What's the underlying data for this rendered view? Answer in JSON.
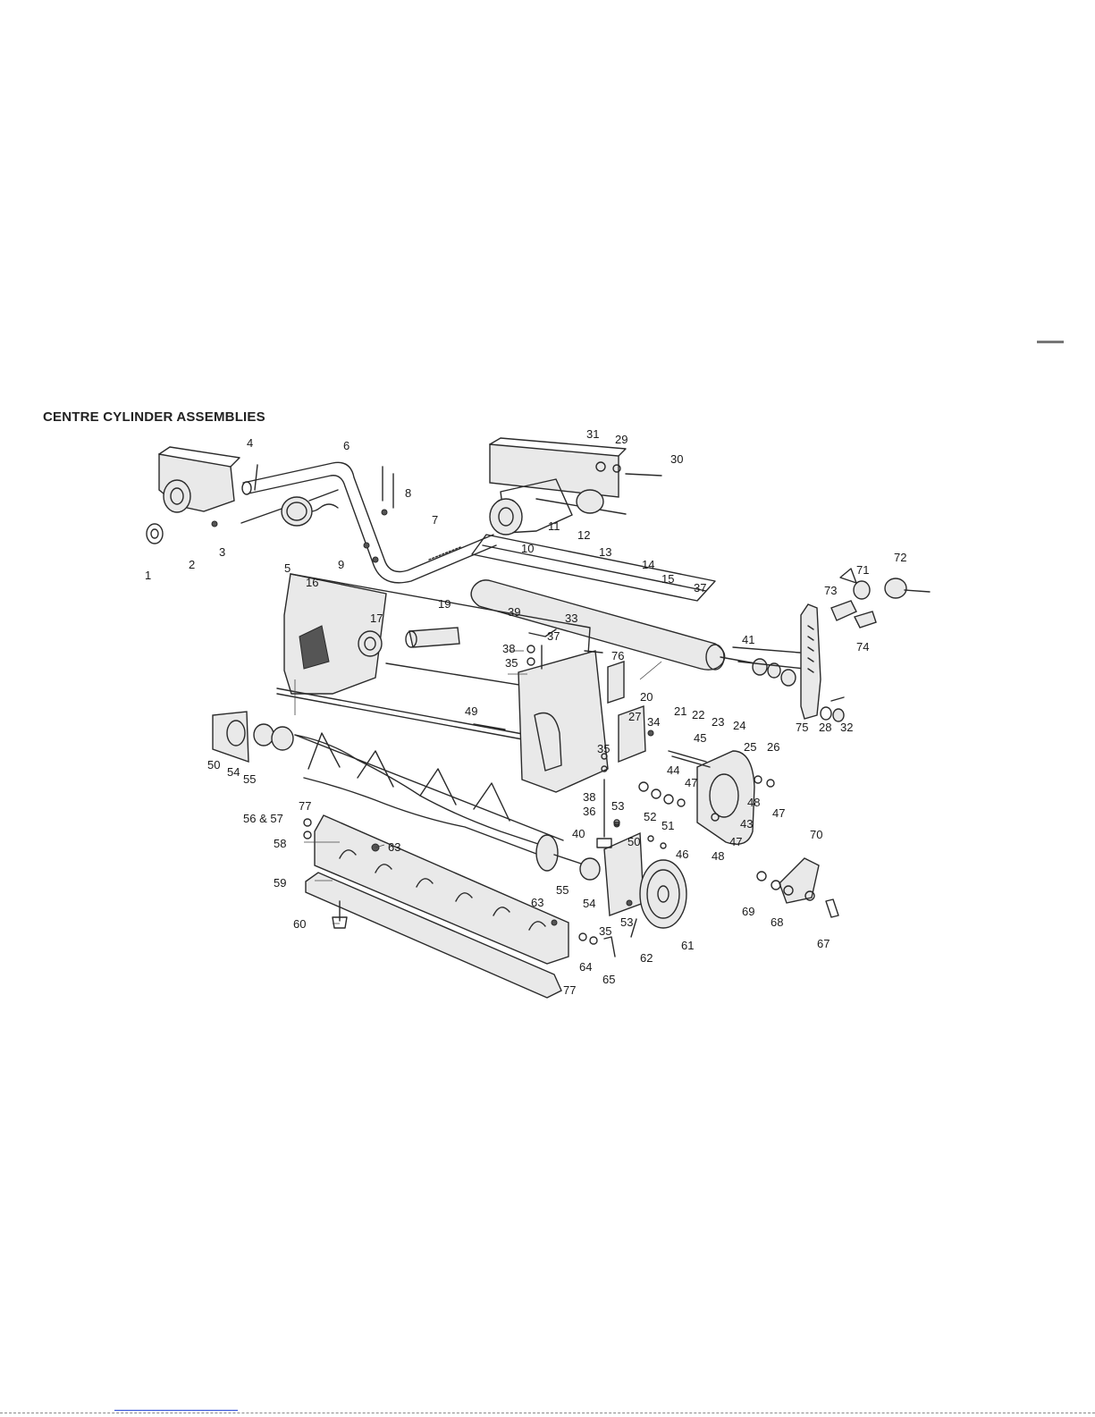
{
  "title": "CENTRE CYLINDER ASSEMBLIES",
  "callouts": [
    {
      "id": "c1",
      "label": "1"
    },
    {
      "id": "c2",
      "label": "2"
    },
    {
      "id": "c3",
      "label": "3"
    },
    {
      "id": "c4",
      "label": "4"
    },
    {
      "id": "c5",
      "label": "5"
    },
    {
      "id": "c6",
      "label": "6"
    },
    {
      "id": "c7",
      "label": "7"
    },
    {
      "id": "c8",
      "label": "8"
    },
    {
      "id": "c9",
      "label": "9"
    },
    {
      "id": "c10",
      "label": "10"
    },
    {
      "id": "c11",
      "label": "11"
    },
    {
      "id": "c12",
      "label": "12"
    },
    {
      "id": "c13",
      "label": "13"
    },
    {
      "id": "c14",
      "label": "14"
    },
    {
      "id": "c15",
      "label": "15"
    },
    {
      "id": "c16",
      "label": "16"
    },
    {
      "id": "c17",
      "label": "17"
    },
    {
      "id": "c19",
      "label": "19"
    },
    {
      "id": "c20",
      "label": "20"
    },
    {
      "id": "c21",
      "label": "21"
    },
    {
      "id": "c22",
      "label": "22"
    },
    {
      "id": "c23",
      "label": "23"
    },
    {
      "id": "c24",
      "label": "24"
    },
    {
      "id": "c25",
      "label": "25"
    },
    {
      "id": "c26",
      "label": "26"
    },
    {
      "id": "c27",
      "label": "27"
    },
    {
      "id": "c28",
      "label": "28"
    },
    {
      "id": "c29",
      "label": "29"
    },
    {
      "id": "c30",
      "label": "30"
    },
    {
      "id": "c31",
      "label": "31"
    },
    {
      "id": "c32",
      "label": "32"
    },
    {
      "id": "c33",
      "label": "33"
    },
    {
      "id": "c34",
      "label": "34"
    },
    {
      "id": "c35a",
      "label": "35"
    },
    {
      "id": "c35b",
      "label": "35"
    },
    {
      "id": "c35c",
      "label": "35"
    },
    {
      "id": "c36",
      "label": "36"
    },
    {
      "id": "c37a",
      "label": "37"
    },
    {
      "id": "c37b",
      "label": "37"
    },
    {
      "id": "c38a",
      "label": "38"
    },
    {
      "id": "c38b",
      "label": "38"
    },
    {
      "id": "c39",
      "label": "39"
    },
    {
      "id": "c40",
      "label": "40"
    },
    {
      "id": "c41",
      "label": "41"
    },
    {
      "id": "c43",
      "label": "43"
    },
    {
      "id": "c44",
      "label": "44"
    },
    {
      "id": "c45",
      "label": "45"
    },
    {
      "id": "c46",
      "label": "46"
    },
    {
      "id": "c47a",
      "label": "47"
    },
    {
      "id": "c47b",
      "label": "47"
    },
    {
      "id": "c47c",
      "label": "47"
    },
    {
      "id": "c48a",
      "label": "48"
    },
    {
      "id": "c48b",
      "label": "48"
    },
    {
      "id": "c49",
      "label": "49"
    },
    {
      "id": "c50a",
      "label": "50"
    },
    {
      "id": "c50b",
      "label": "50"
    },
    {
      "id": "c51",
      "label": "51"
    },
    {
      "id": "c52",
      "label": "52"
    },
    {
      "id": "c53a",
      "label": "53"
    },
    {
      "id": "c53b",
      "label": "53"
    },
    {
      "id": "c54a",
      "label": "54"
    },
    {
      "id": "c54b",
      "label": "54"
    },
    {
      "id": "c55a",
      "label": "55"
    },
    {
      "id": "c55b",
      "label": "55"
    },
    {
      "id": "c56",
      "label": "56 & 57"
    },
    {
      "id": "c58",
      "label": "58"
    },
    {
      "id": "c59",
      "label": "59"
    },
    {
      "id": "c60",
      "label": "60"
    },
    {
      "id": "c61",
      "label": "61"
    },
    {
      "id": "c62",
      "label": "62"
    },
    {
      "id": "c63a",
      "label": "63"
    },
    {
      "id": "c63b",
      "label": "63"
    },
    {
      "id": "c64",
      "label": "64"
    },
    {
      "id": "c65",
      "label": "65"
    },
    {
      "id": "c67",
      "label": "67"
    },
    {
      "id": "c68",
      "label": "68"
    },
    {
      "id": "c69",
      "label": "69"
    },
    {
      "id": "c70",
      "label": "70"
    },
    {
      "id": "c71",
      "label": "71"
    },
    {
      "id": "c72",
      "label": "72"
    },
    {
      "id": "c73",
      "label": "73"
    },
    {
      "id": "c74",
      "label": "74"
    },
    {
      "id": "c75",
      "label": "75"
    },
    {
      "id": "c76",
      "label": "76"
    },
    {
      "id": "c77a",
      "label": "77"
    },
    {
      "id": "c77b",
      "label": "77"
    }
  ]
}
